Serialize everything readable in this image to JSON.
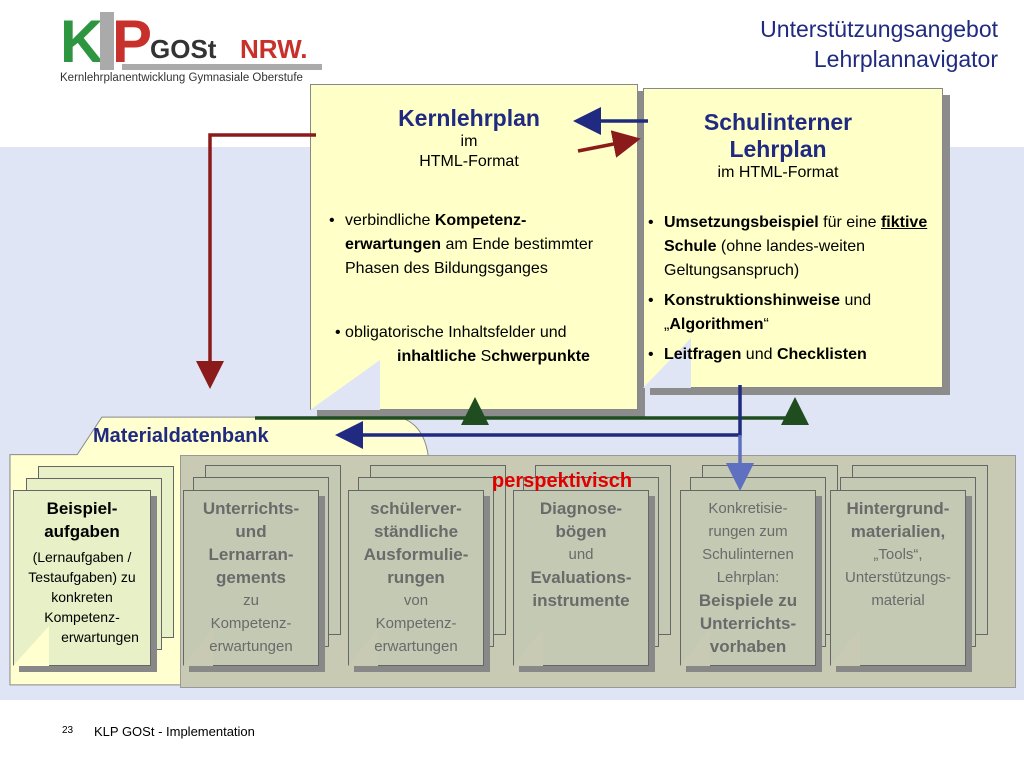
{
  "logo": {
    "text_k": "K",
    "text_l": "L",
    "text_p": "P",
    "gost": "GOSt",
    "nrw": "NRW.",
    "subtitle": "Kernlehrplanentwicklung Gymnasiale Oberstufe"
  },
  "title": {
    "line1": "Unterstützungsangebot",
    "line2": "Lehrplannavigator"
  },
  "kernlehrplan": {
    "heading": "Kernlehrplan",
    "sub1": "im",
    "sub2": "HTML-Format",
    "bullet1": {
      "a": "verbindliche ",
      "b": "Kompetenz-erwartungen",
      "c": " am Ende bestimmter Phasen des Bildungsganges"
    },
    "bullet2": {
      "a": "• obligatorische Inhaltsfelder und",
      "b": "inhaltliche",
      "c": " S",
      "d": "chwerpunkte"
    }
  },
  "schulintern": {
    "heading1": "Schulinterner",
    "heading2": "Lehrplan",
    "sub": "im HTML-Format",
    "bullet1": {
      "a": "Umsetzungsbeispiel",
      "b": " für eine ",
      "c": "fiktive",
      "d": " ",
      "e": "Schule",
      "f": " (ohne landes-weiten Geltungsanspruch)"
    },
    "bullet2": {
      "a": "Konstruktionshinweise",
      "b": " und „",
      "c": "Algorithmen",
      "d": "“"
    },
    "bullet3": {
      "a": "Leitfragen",
      "b": " und ",
      "c": "Checklisten"
    }
  },
  "materialdatenbank": "Materialdatenbank",
  "perspektivisch": "perspektivisch",
  "beispiel": {
    "t1": "Beispiel-",
    "t2": "aufgaben",
    "t3": "(Lernaufgaben / Testaufgaben) zu konkreten Kompetenz-",
    "t4": "erwartungen"
  },
  "cards": [
    {
      "b": [
        "Unterrichts-",
        "und",
        "Lernarran-",
        "gements"
      ],
      "n": [
        "zu",
        "Kompetenz-",
        "erwartungen"
      ]
    },
    {
      "b": [
        "schülerver-",
        "ständliche",
        "Ausformulie-",
        "rungen"
      ],
      "n": [
        "von",
        "Kompetenz-",
        "erwartungen"
      ]
    },
    {
      "b": [
        "Diagnose-",
        "bögen"
      ],
      "n": [
        "und"
      ],
      "b2": [
        "Evaluations-",
        "instrumente"
      ]
    },
    {
      "n": [
        "Konkretisie-",
        "rungen zum",
        "Schulinternen",
        "Lehrplan:"
      ],
      "b2": [
        "Beispiele zu",
        "Unterrichts-",
        "vorhaben"
      ]
    },
    {
      "b": [
        "Hintergrund-",
        "materialien,"
      ],
      "n": [
        "„Tools“,",
        "Unterstützungs-",
        "material"
      ]
    }
  ],
  "footer": {
    "page": "23",
    "text": "KLP GOSt  - Implementation"
  },
  "colors": {
    "navy": "#1f2a80",
    "red": "#e00000",
    "arrow_red": "#8b1a1a",
    "green": "#1f4d1f",
    "yellow": "#ffffc8"
  }
}
